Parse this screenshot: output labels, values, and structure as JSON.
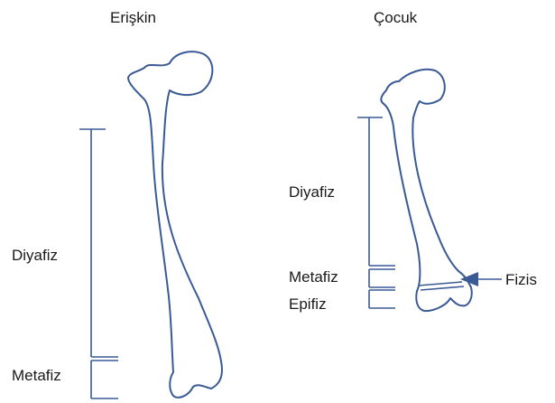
{
  "titles": {
    "adult": "Erişkin",
    "child": "Çocuk"
  },
  "adult_labels": {
    "diaphysis": "Diyafiz",
    "metaphysis": "Metafiz"
  },
  "child_labels": {
    "diaphysis": "Diyafiz",
    "metaphysis": "Metafiz",
    "epiphysis": "Epifiz",
    "physis": "Fizis"
  },
  "colors": {
    "outline": "#3a5a96",
    "text": "#1a1a1a",
    "background": "#ffffff"
  }
}
